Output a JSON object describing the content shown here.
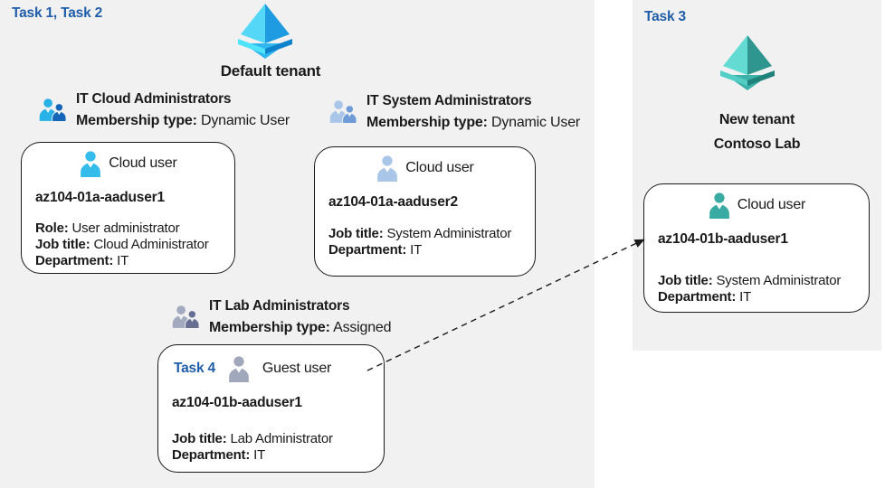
{
  "left": {
    "task_label": "Task 1, Task 2",
    "tenant_name": "Default tenant",
    "groups": [
      {
        "name": "IT Cloud Administrators",
        "membership_label": "Membership type:",
        "membership_value": "Dynamic User"
      },
      {
        "name": "IT System Administrators",
        "membership_label": "Membership type:",
        "membership_value": "Dynamic User"
      },
      {
        "name": "IT Lab Administrators",
        "membership_label": "Membership type:",
        "membership_value": "Assigned"
      }
    ],
    "cards": [
      {
        "type_label": "Cloud user",
        "username": "az104-01a-aaduser1",
        "lines": [
          {
            "label": "Role:",
            "value": "User administrator"
          },
          {
            "label": "Job title:",
            "value": "Cloud Administrator"
          },
          {
            "label": "Department:",
            "value": "IT"
          }
        ]
      },
      {
        "type_label": "Cloud user",
        "username": "az104-01a-aaduser2",
        "lines": [
          {
            "label": "Job title:",
            "value": "System Administrator"
          },
          {
            "label": "Department:",
            "value": "IT"
          }
        ]
      },
      {
        "task_label": "Task 4",
        "type_label": "Guest user",
        "username": "az104-01b-aaduser1",
        "lines": [
          {
            "label": "Job title:",
            "value": "Lab Administrator"
          },
          {
            "label": "Department:",
            "value": "IT"
          }
        ]
      }
    ]
  },
  "right": {
    "task_label": "Task 3",
    "tenant_line1": "New tenant",
    "tenant_line2": "Contoso Lab",
    "card": {
      "type_label": "Cloud user",
      "username": "az104-01b-aaduser1",
      "lines": [
        {
          "label": "Job title:",
          "value": "System Administrator"
        },
        {
          "label": "Department:",
          "value": "IT"
        }
      ]
    }
  },
  "icons": {
    "default_tenant": "azure-tenant-pyramid-blue",
    "new_tenant": "azure-tenant-pyramid-teal",
    "cloud_user": "person-icon",
    "guest_user": "person-icon",
    "group": "two-people-icon"
  },
  "colors": {
    "panel_bg": "#f1f1f2",
    "task_blue": "#1f5da8",
    "card_border": "#1a1a1a",
    "text": "#1a1a1a",
    "cloud_user_blue": "#35bceb",
    "cloud_user_steel": "#a9c6e8",
    "guest_user_gray": "#a2a8bc",
    "cloud_user_teal": "#39aba3",
    "group_blue_big": "#29b2e7",
    "group_blue_small": "#1467b8",
    "group_steel_big": "#a9c6e8",
    "group_steel_small": "#6f9cd6",
    "group_gray_big": "#a3a9bf",
    "group_gray_small": "#666f93",
    "pyramid_blue": [
      "#55d8f7",
      "#1f9ce1",
      "#4fe3fc",
      "#0e82cb",
      "#2fb7ee"
    ],
    "pyramid_teal": [
      "#64dbd2",
      "#2e968e",
      "#52cec5",
      "#1f837c",
      "#3db2a9"
    ]
  }
}
